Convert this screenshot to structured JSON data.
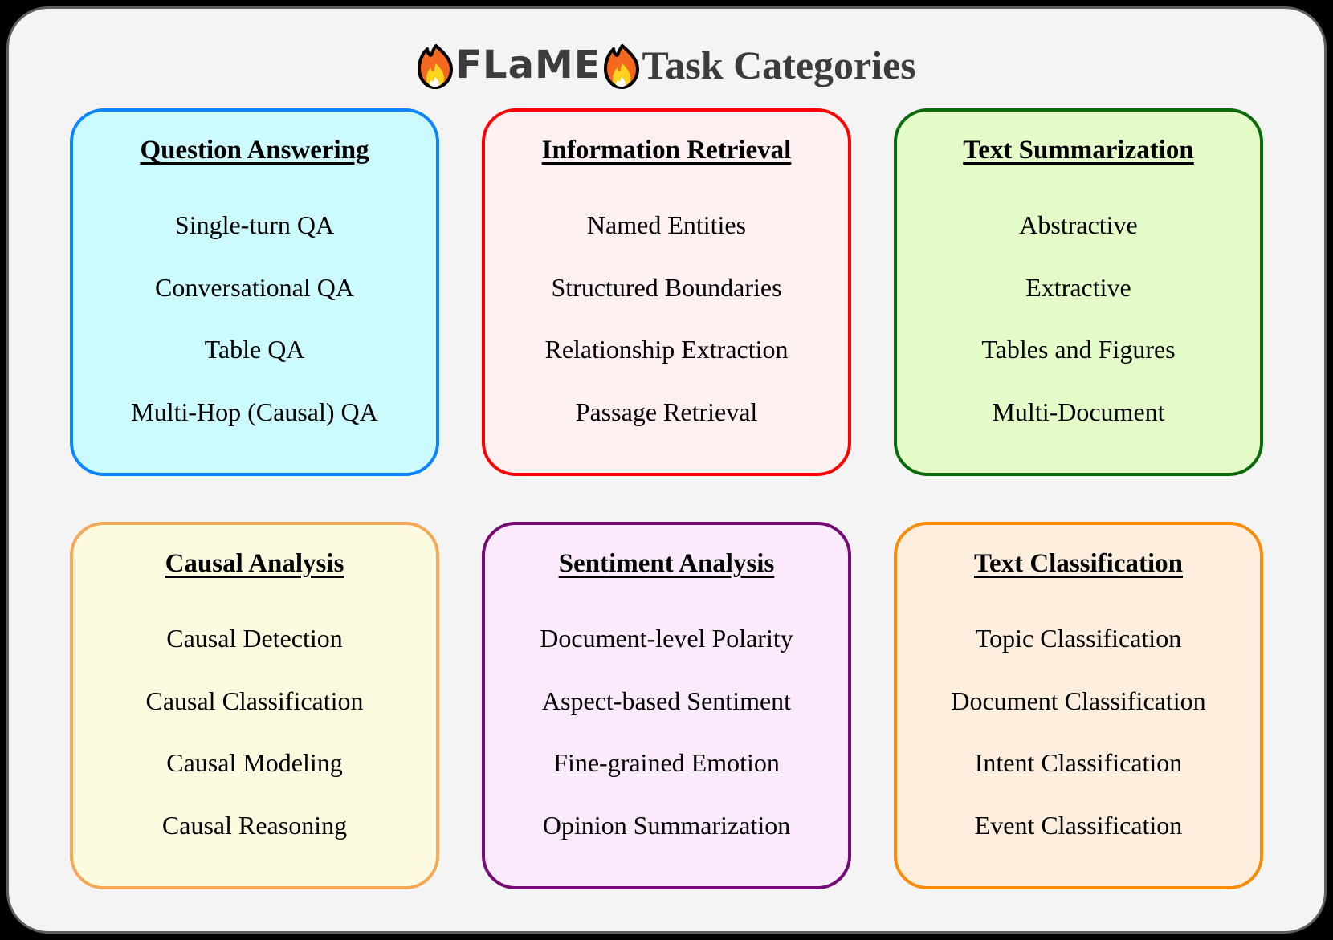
{
  "title": {
    "brand": "FLaME",
    "suffix": "Task Categories",
    "left_icon": "fire-icon",
    "right_icon": "fire-icon"
  },
  "theme": {
    "page_background": "#000000",
    "panel_background": "#f4f4f4",
    "panel_border": "#5e5e5e",
    "title_color": "#3c3c3c"
  },
  "categories": [
    {
      "id": "question-answering",
      "title": "Question Answering",
      "border_color": "#0a84ff",
      "fill_color": "#ccfbff",
      "items": [
        "Single-turn QA",
        "Conversational QA",
        "Table QA",
        "Multi-Hop (Causal) QA"
      ]
    },
    {
      "id": "information-retrieval",
      "title": "Information Retrieval",
      "border_color": "#fe0000",
      "fill_color": "#fff1f2",
      "items": [
        "Named Entities",
        "Structured Boundaries",
        "Relationship Extraction",
        "Passage Retrieval"
      ]
    },
    {
      "id": "text-summarization",
      "title": "Text Summarization",
      "border_color": "#0a6b0a",
      "fill_color": "#e4fcc8",
      "items": [
        "Abstractive",
        "Extractive",
        "Tables and Figures",
        "Multi-Document"
      ]
    },
    {
      "id": "causal-analysis",
      "title": "Causal Analysis",
      "border_color": "#f5a855",
      "fill_color": "#fdfbdf",
      "items": [
        "Causal Detection",
        "Causal Classification",
        "Causal Modeling",
        "Causal Reasoning"
      ]
    },
    {
      "id": "sentiment-analysis",
      "title": "Sentiment Analysis",
      "border_color": "#760a76",
      "fill_color": "#fbe9fc",
      "items": [
        "Document-level Polarity",
        "Aspect-based Sentiment",
        "Fine-grained Emotion",
        "Opinion Summarization"
      ]
    },
    {
      "id": "text-classification",
      "title": "Text Classification",
      "border_color": "#fb8c0a",
      "fill_color": "#fdeedd",
      "items": [
        "Topic Classification",
        "Document Classification",
        "Intent Classification",
        "Event Classification"
      ]
    }
  ]
}
